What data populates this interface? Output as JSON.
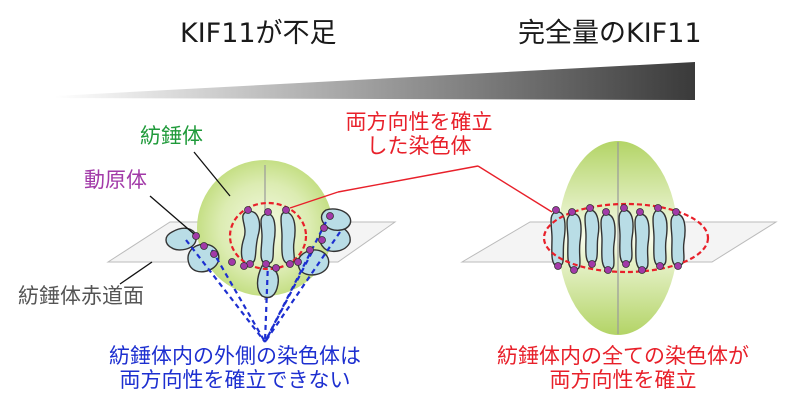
{
  "header": {
    "left_label": "KIF11が不足",
    "right_label": "完全量のKIF11"
  },
  "labels": {
    "spindle": "紡錘体",
    "kinetochore": "動原体",
    "equatorial_plane": "紡錘体赤道面",
    "bioriented": "両方向性を確立",
    "bioriented_line2": "した染色体"
  },
  "captions": {
    "left_line1": "紡錘体内の外側の染色体は",
    "left_line2": "両方向性を確立できない",
    "right_line1": "紡錘体内の全ての染色体が",
    "right_line2": "両方向性を確立"
  },
  "colors": {
    "spindle_green": "#1f9a3a",
    "kinetochore_purple": "#a23aa8",
    "biorientation_red": "#e8202a",
    "failure_blue": "#1d2fd0",
    "plane_gray": "#555555",
    "chromosome_fill": "#b9dde6",
    "spindle_fill": "#cfe59a",
    "wedge_dark": "#3a3a3a"
  }
}
